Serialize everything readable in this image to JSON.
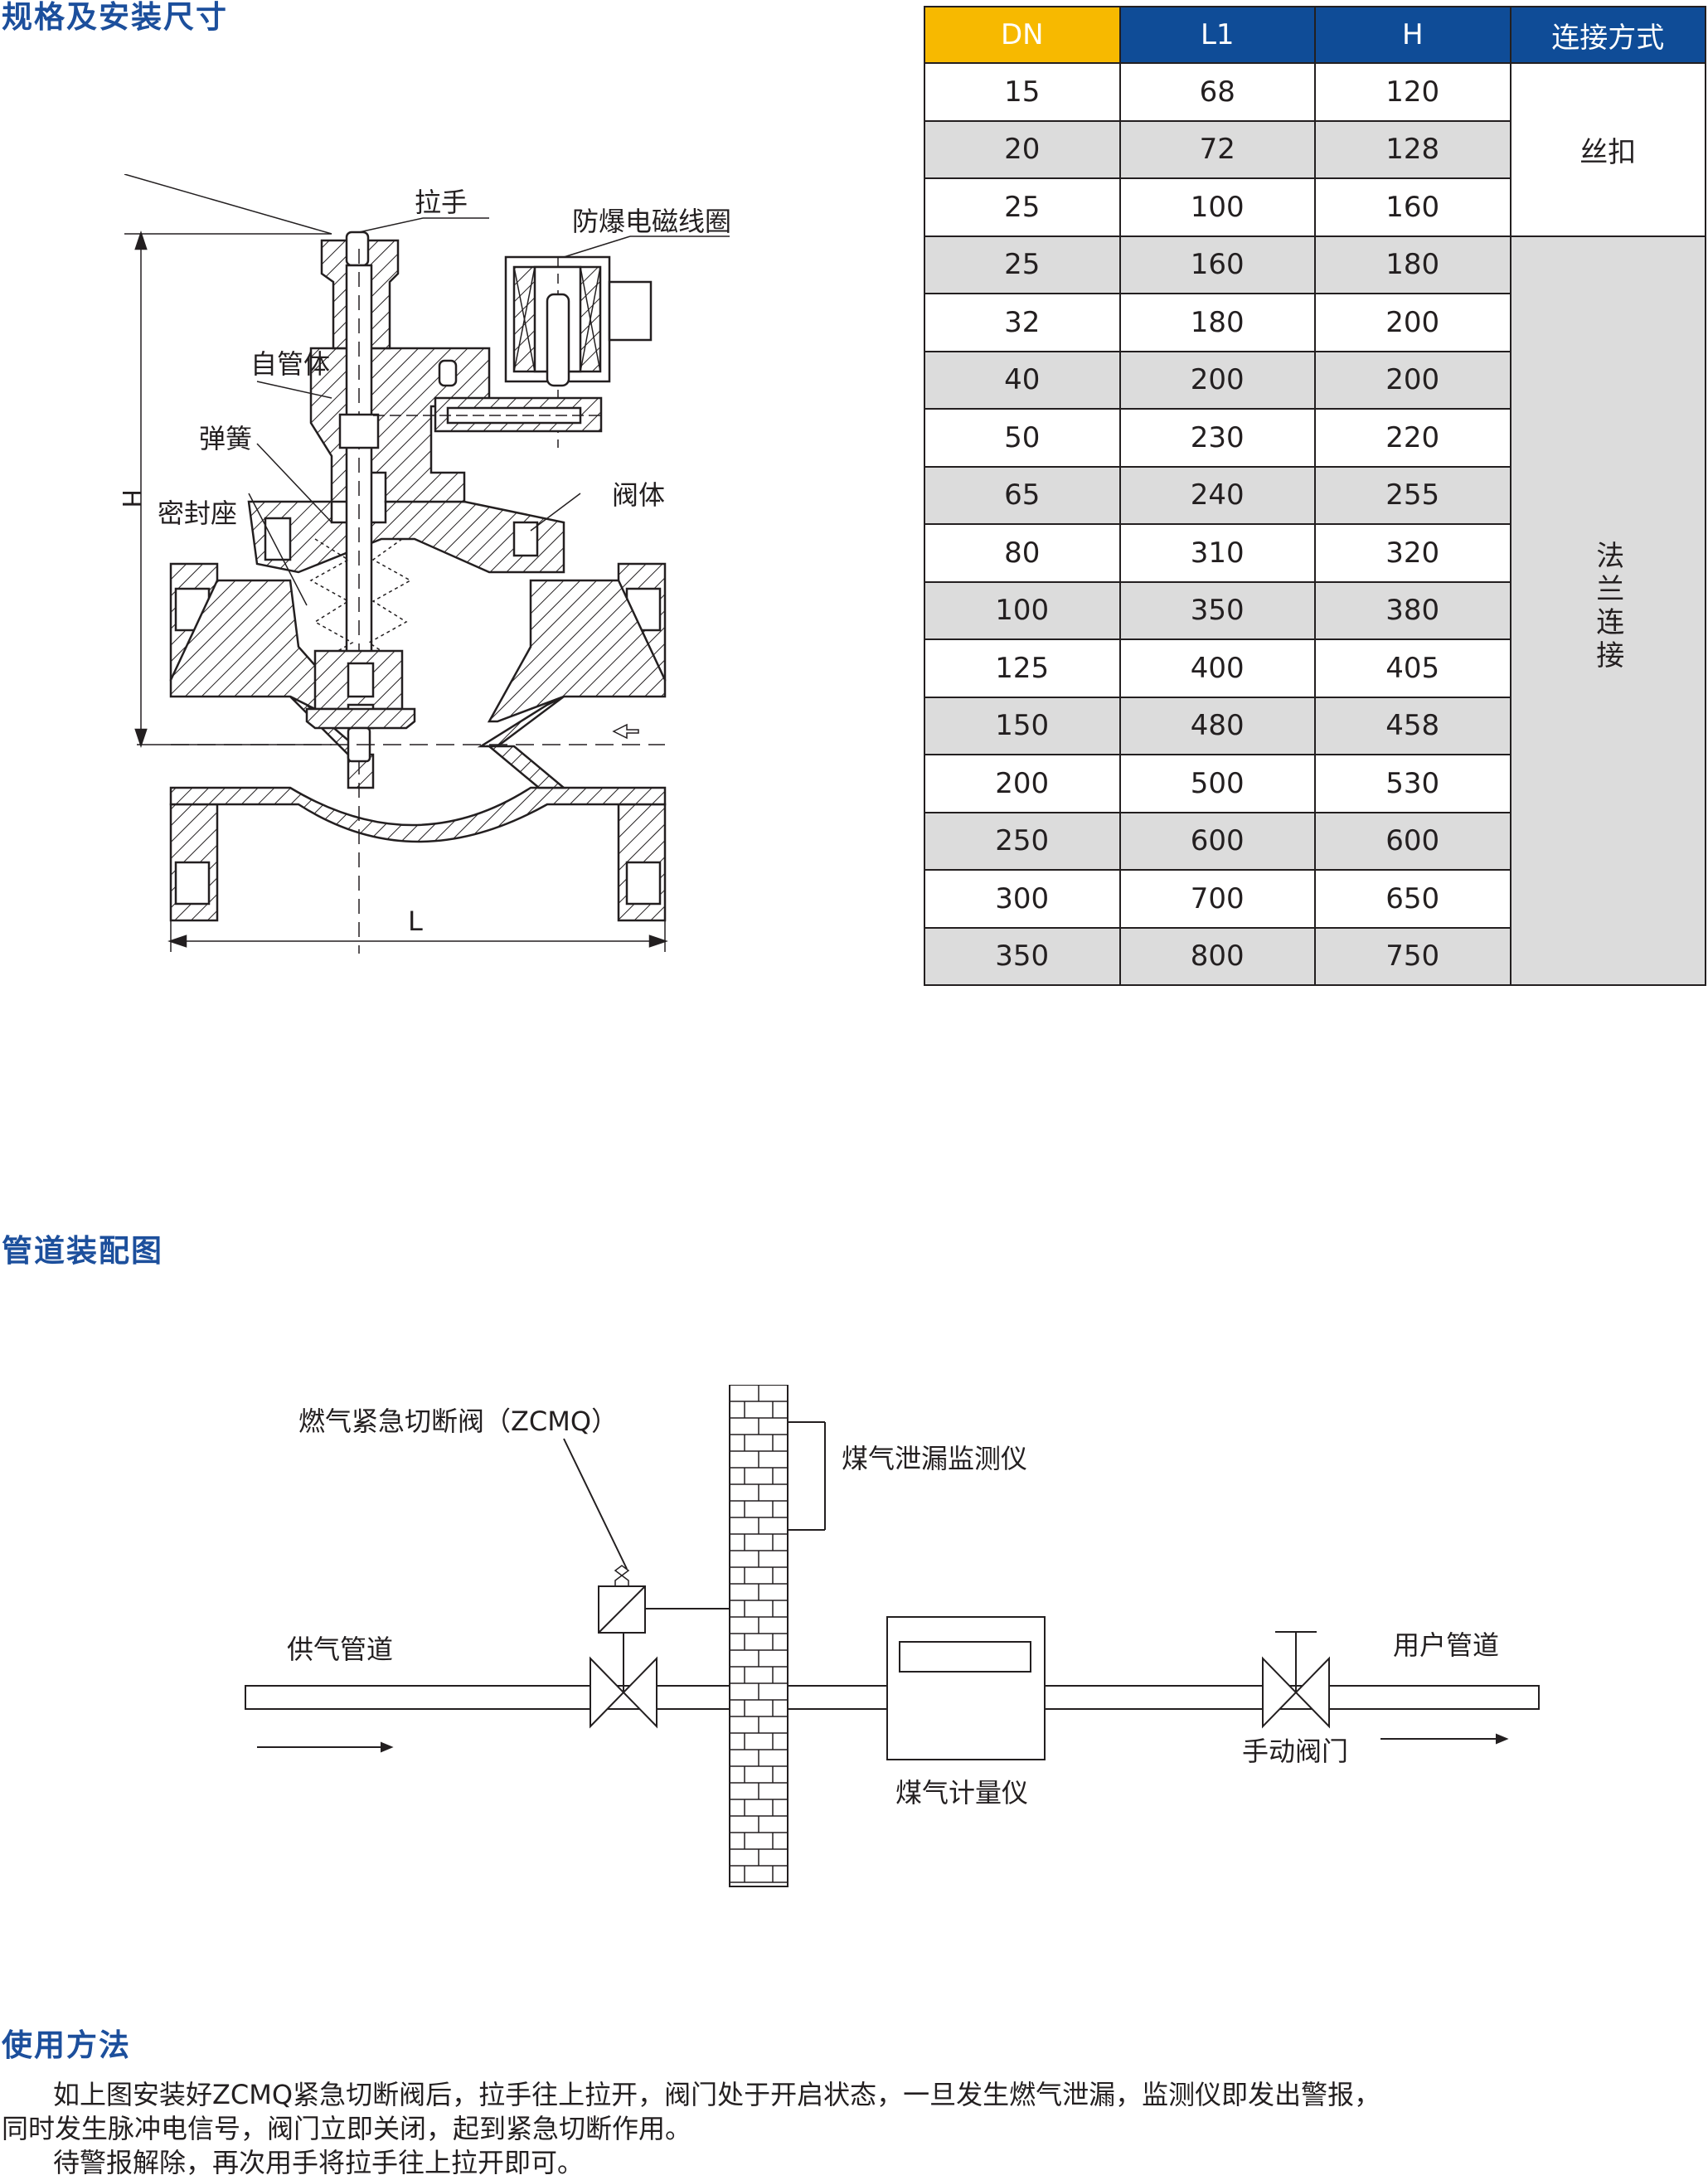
{
  "sections": {
    "spec_title": "规格及安装尺寸",
    "pipe_title": "管道装配图",
    "usage_title": "使用方法"
  },
  "spec_table": {
    "headers": [
      "DN",
      "L1",
      "H",
      "连接方式"
    ],
    "rows": [
      [
        "15",
        "68",
        "120"
      ],
      [
        "20",
        "72",
        "128"
      ],
      [
        "25",
        "100",
        "160"
      ],
      [
        "25",
        "160",
        "180"
      ],
      [
        "32",
        "180",
        "200"
      ],
      [
        "40",
        "200",
        "200"
      ],
      [
        "50",
        "230",
        "220"
      ],
      [
        "65",
        "240",
        "255"
      ],
      [
        "80",
        "310",
        "320"
      ],
      [
        "100",
        "350",
        "380"
      ],
      [
        "125",
        "400",
        "405"
      ],
      [
        "150",
        "480",
        "458"
      ],
      [
        "200",
        "500",
        "530"
      ],
      [
        "250",
        "600",
        "600"
      ],
      [
        "300",
        "700",
        "650"
      ],
      [
        "350",
        "800",
        "750"
      ]
    ],
    "connection_threaded": "丝扣",
    "connection_flanged": "法兰连接"
  },
  "valve_drawing": {
    "labels": {
      "handle": "拉手",
      "coil": "防爆电磁线圈",
      "self_pipe_body": "自管体",
      "spring": "弹簧",
      "seal_seat": "密封座",
      "valve_body": "阀体",
      "dim_h": "H",
      "dim_l": "L"
    }
  },
  "pipe_diagram": {
    "labels": {
      "shutoff_valve": "燃气紧急切断阀（ZCMQ）",
      "leak_detector": "煤气泄漏监测仪",
      "supply_pipe": "供气管道",
      "user_pipe": "用户管道",
      "gas_meter": "煤气计量仪",
      "manual_valve": "手动阀门"
    }
  },
  "usage": {
    "line1": "如上图安装好ZCMQ紧急切断阀后，拉手往上拉开，阀门处于开启状态，一旦发生燃气泄漏，监测仪即发出警报，",
    "line2": "同时发生脉冲电信号，阀门立即关闭，起到紧急切断作用。",
    "line3": "待警报解除，再次用手将拉手往上拉开即可。"
  },
  "colors": {
    "title_blue": "#1c4f9c",
    "header_blue": "#0f4c97",
    "header_gold": "#f7b900",
    "row_shade": "#dcdcdc"
  }
}
